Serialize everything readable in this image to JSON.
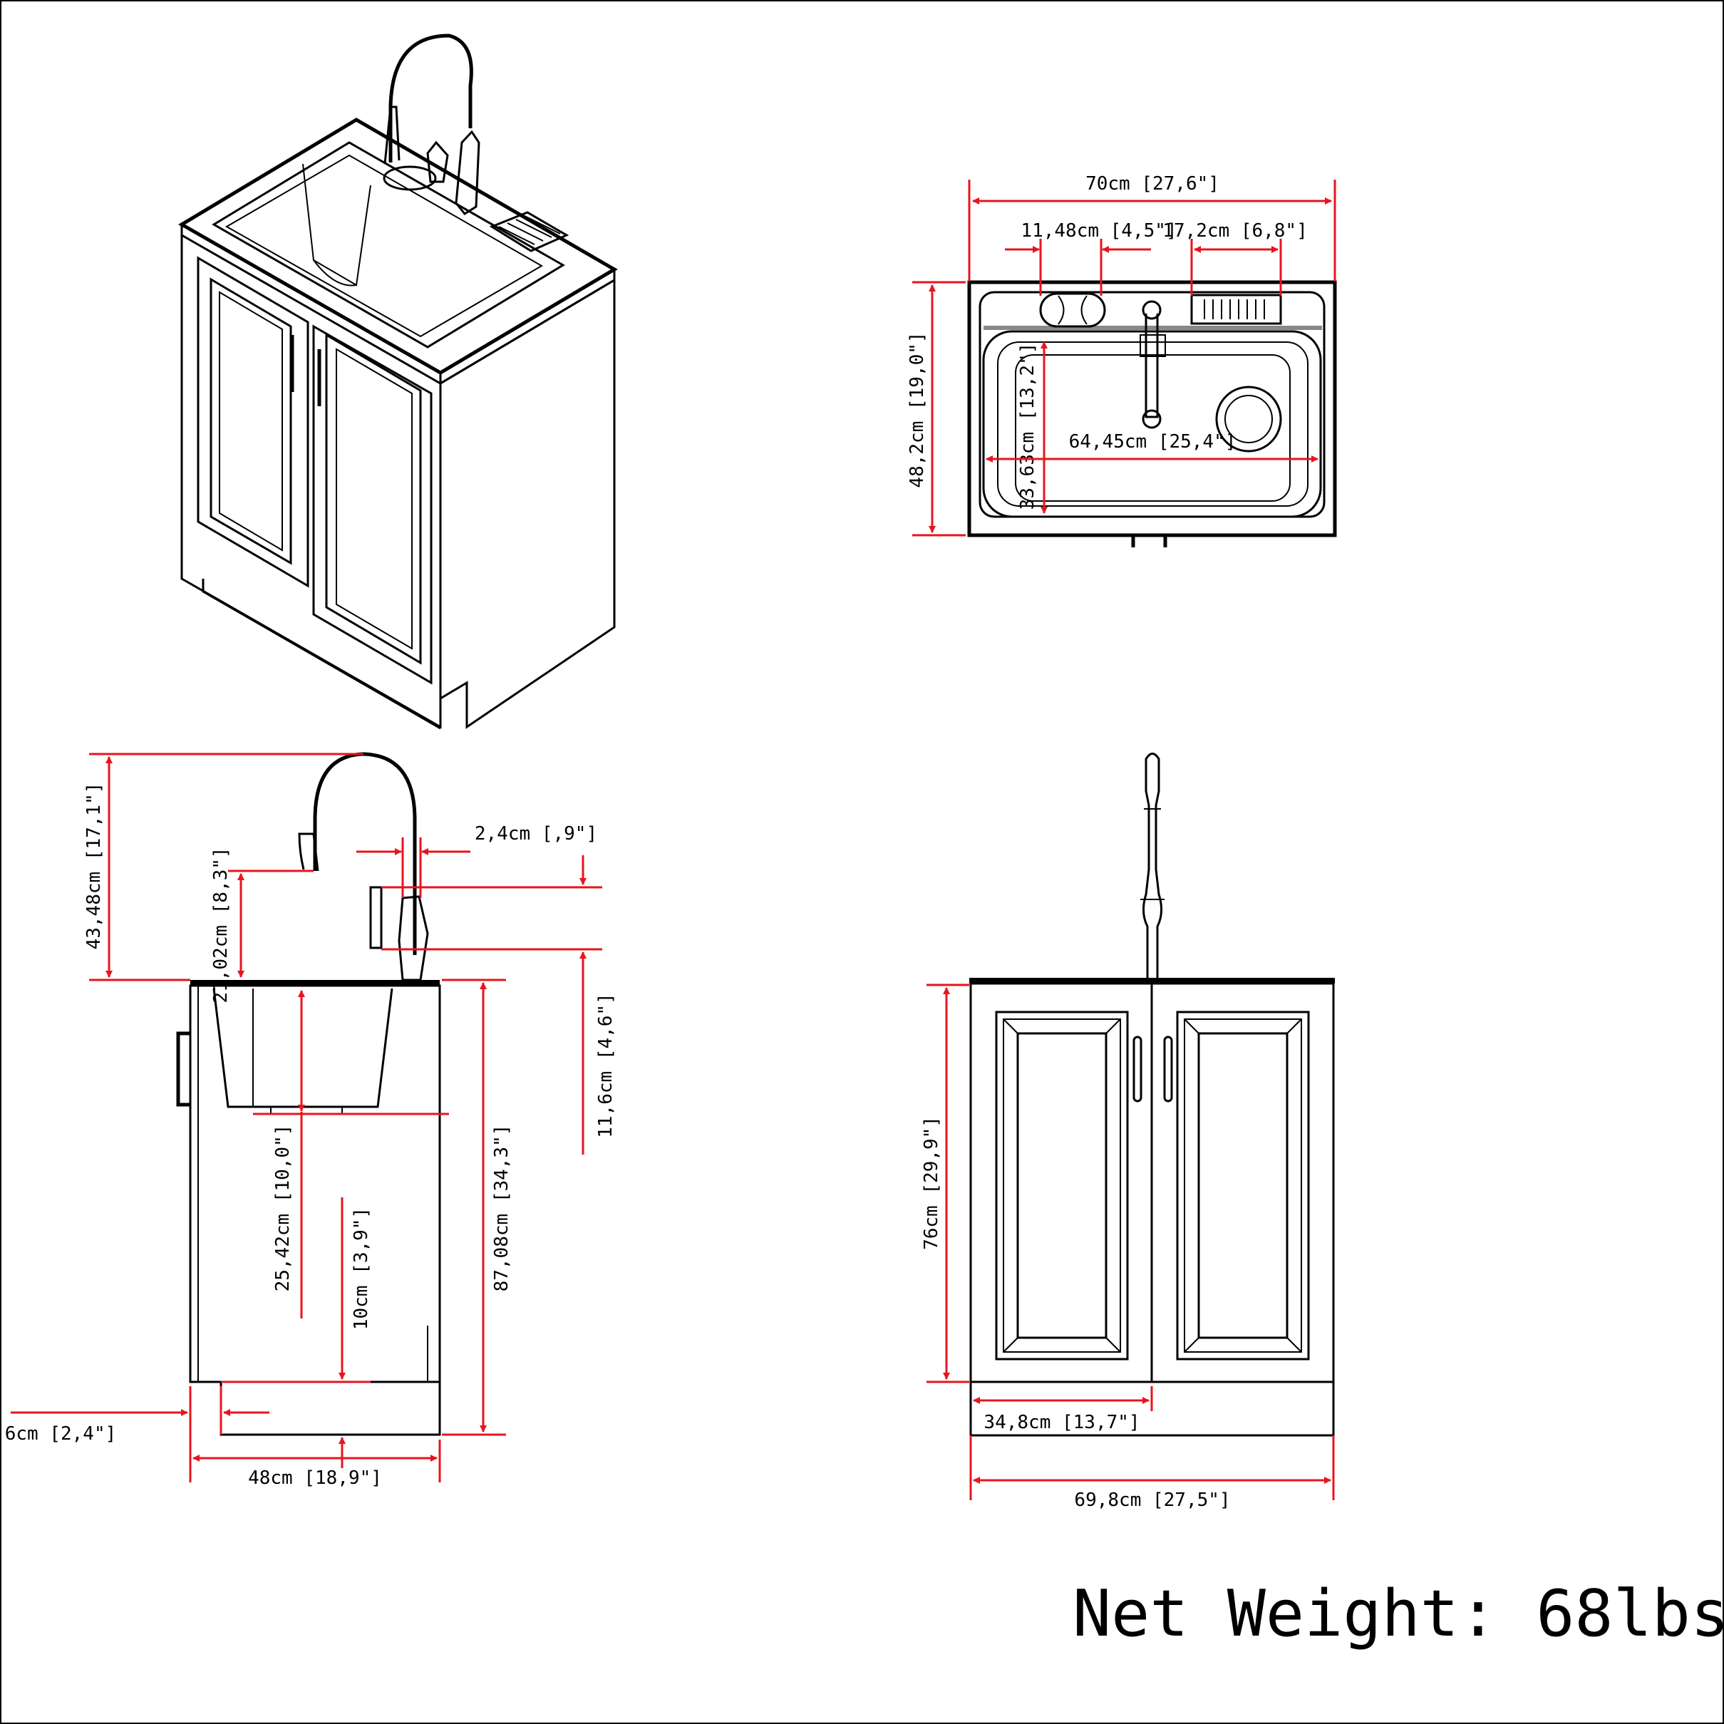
{
  "dimensions": {
    "top_width": "70cm [27,6\"]",
    "soap_width": "11,48cm [4,5\"]",
    "rack_width": "17,2cm [6,8\"]",
    "top_depth": "48,2cm [19,0\"]",
    "basin_depth_top": "33,63cm [13,2\"]",
    "basin_width": "64,45cm [25,4\"]",
    "faucet_height": "43,48cm [17,1\"]",
    "spout_height": "21,02cm [8,3\"]",
    "spout_diameter": "2,4cm [,9\"]",
    "handle_height": "11,6cm [4,6\"]",
    "total_height": "87,08cm [34,3\"]",
    "basin_depth_side": "25,42cm [10,0\"]",
    "toe_height": "10cm [3,9\"]",
    "toe_recess": "6cm [2,4\"]",
    "side_depth": "48cm [18,9\"]",
    "cabinet_height": "76cm [29,9\"]",
    "door_width": "34,8cm [13,7\"]",
    "front_width": "69,8cm [27,5\"]"
  },
  "net_weight": "Net Weight: 68lbs",
  "colors": {
    "dimension": "#e8141e",
    "line": "#000000"
  }
}
